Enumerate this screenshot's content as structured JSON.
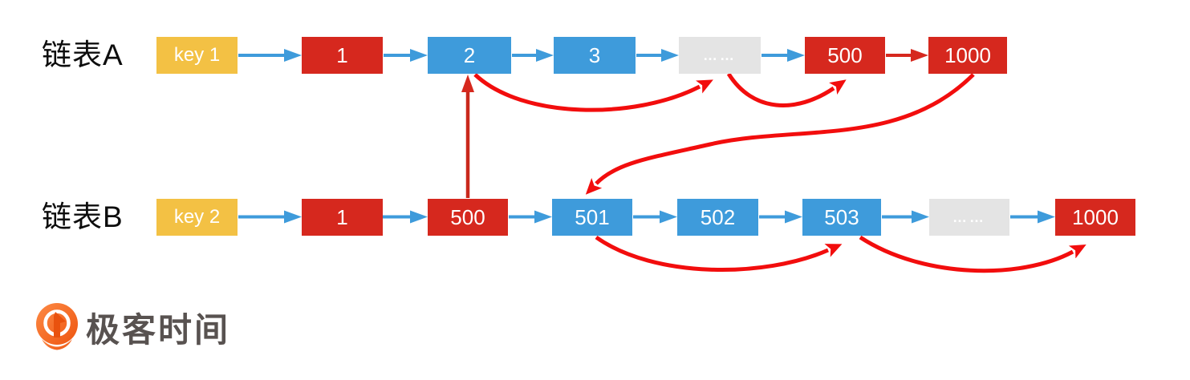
{
  "diagram_title_context": {
    "type": "linked-list-intersection-diagram"
  },
  "rows": [
    {
      "label": "链表A",
      "nodes": [
        {
          "text": "key 1",
          "type": "key"
        },
        {
          "text": "1",
          "type": "traversed"
        },
        {
          "text": "2",
          "type": "normal"
        },
        {
          "text": "3",
          "type": "normal"
        },
        {
          "text": "……",
          "type": "ellipsis"
        },
        {
          "text": "500",
          "type": "traversed"
        },
        {
          "text": "1000",
          "type": "traversed"
        }
      ]
    },
    {
      "label": "链表B",
      "nodes": [
        {
          "text": "key 2",
          "type": "key"
        },
        {
          "text": "1",
          "type": "traversed"
        },
        {
          "text": "500",
          "type": "traversed"
        },
        {
          "text": "501",
          "type": "normal"
        },
        {
          "text": "502",
          "type": "normal"
        },
        {
          "text": "503",
          "type": "normal"
        },
        {
          "text": "……",
          "type": "ellipsis"
        },
        {
          "text": "1000",
          "type": "traversed"
        }
      ]
    }
  ],
  "red_pointer_links": [
    {
      "from": "B.500",
      "to": "A.2"
    },
    {
      "from": "A.2",
      "to": "A.……"
    },
    {
      "from": "A.……",
      "to": "A.500"
    },
    {
      "from": "A.500",
      "to": "A.1000"
    },
    {
      "from": "A.1000",
      "to": "B.501"
    },
    {
      "from": "B.501",
      "to": "B.503"
    },
    {
      "from": "B.503",
      "to": "B.1000"
    }
  ],
  "colors": {
    "node_red": "#D6281E",
    "node_blue": "#3E9BDB",
    "node_yellow": "#F3C144",
    "node_gray": "#E4E4E4",
    "curve_red": "#F20D0D",
    "label_black": "#0d0d0d",
    "logo_orange": "#F0560F",
    "logo_text_gray": "#585250"
  },
  "logo": {
    "text": "极客时间"
  }
}
